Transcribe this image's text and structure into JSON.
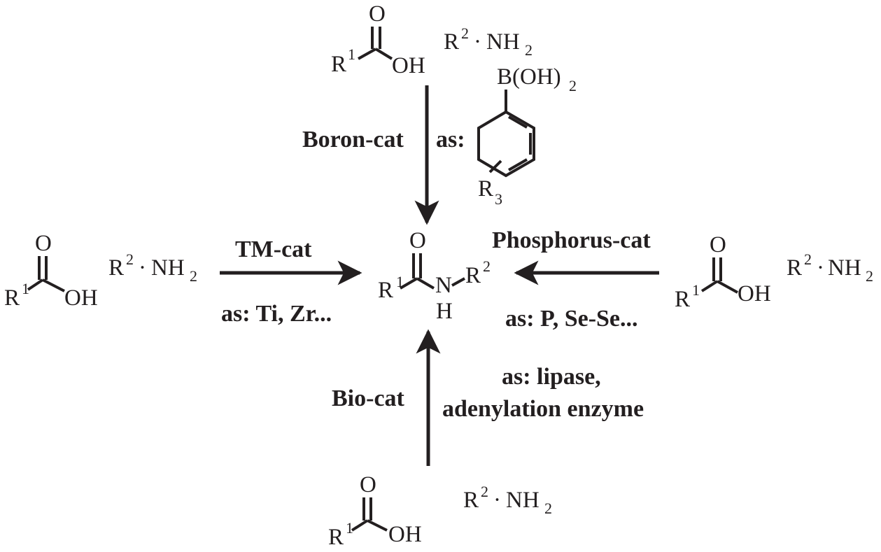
{
  "diagram": {
    "center_product": {
      "atoms": {
        "O": "O",
        "R": "R",
        "n1": "1",
        "N": "N",
        "H": "H",
        "R2": "R",
        "n2": "2"
      }
    },
    "reactants": {
      "acid": {
        "O": "O",
        "R": "R",
        "n": "1",
        "OH": "OH"
      },
      "amine": {
        "R": "R",
        "n": "2",
        "dot": "·",
        "NH2": "NH",
        "sub": "2"
      }
    },
    "routes": {
      "top": {
        "label": "Boron-cat",
        "as": "as:",
        "catalyst": {
          "B": "B(OH)",
          "B_sub": "2",
          "R3": "R",
          "R3_sub": "3"
        }
      },
      "left": {
        "label": "TM-cat",
        "examples": "as: Ti, Zr..."
      },
      "right": {
        "label": "Phosphorus-cat",
        "examples": "as: P, Se-Se..."
      },
      "bottom": {
        "label": "Bio-cat",
        "examples_line1": "as: lipase,",
        "examples_line2": "adenylation enzyme"
      }
    }
  }
}
